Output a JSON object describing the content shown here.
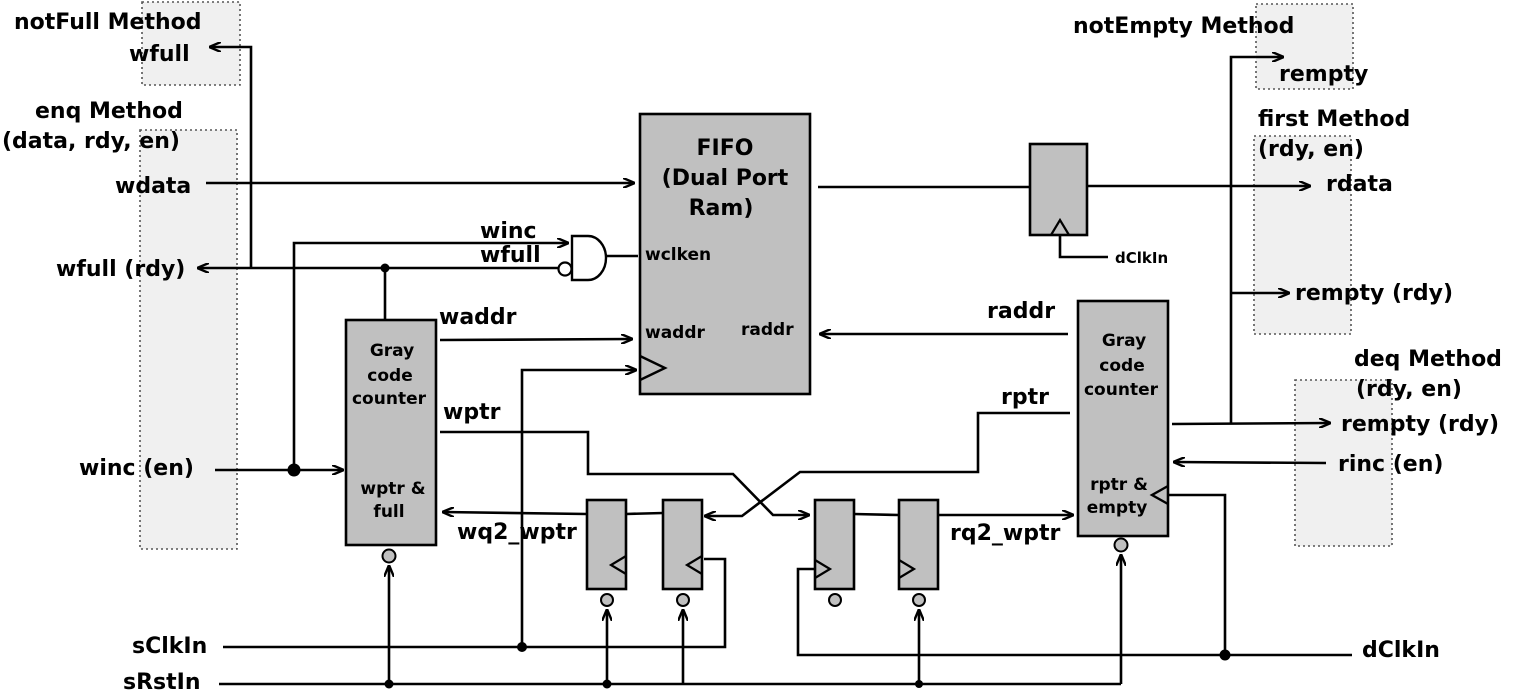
{
  "methods": {
    "notfull": "notFull Method",
    "enq_1": "enq Method",
    "enq_2": "(data, rdy, en)",
    "notempty": "notEmpty Method",
    "first_1": "first Method",
    "first_2": "(rdy, en)",
    "deq_1": "deq Method",
    "deq_2": "(rdy, en)"
  },
  "signals": {
    "wfull_out": "wfull",
    "wdata": "wdata",
    "wfull_rdy": "wfull (rdy)",
    "winc_en": "winc (en)",
    "winc": "winc",
    "wfull": "wfull",
    "waddr": "waddr",
    "wptr": "wptr",
    "wq2_wptr": "wq2_wptr",
    "rempty_out": "rempty",
    "rdata": "rdata",
    "rempty_rdy_first": "rempty (rdy)",
    "raddr": "raddr",
    "rptr": "rptr",
    "rq2_wptr": "rq2_wptr",
    "rempty_rdy_deq": "rempty (rdy)",
    "rinc_en": "rinc (en)",
    "sclk": "sClkIn",
    "srst": "sRstIn",
    "dclk": "dClkIn",
    "dclk_reg": "dClkIn"
  },
  "fifo": {
    "line1": "FIFO",
    "line2": "(Dual Port",
    "line3": "Ram)",
    "wclken": "wclken",
    "waddr_port": "waddr",
    "raddr_port": "raddr"
  },
  "wcounter": {
    "line1": "Gray",
    "line2": "code",
    "line3": "counter",
    "line4": "wptr &",
    "line5": "full"
  },
  "rcounter": {
    "line1": "Gray",
    "line2": "code",
    "line3": "counter",
    "line4": "rptr &",
    "line5": "empty"
  }
}
